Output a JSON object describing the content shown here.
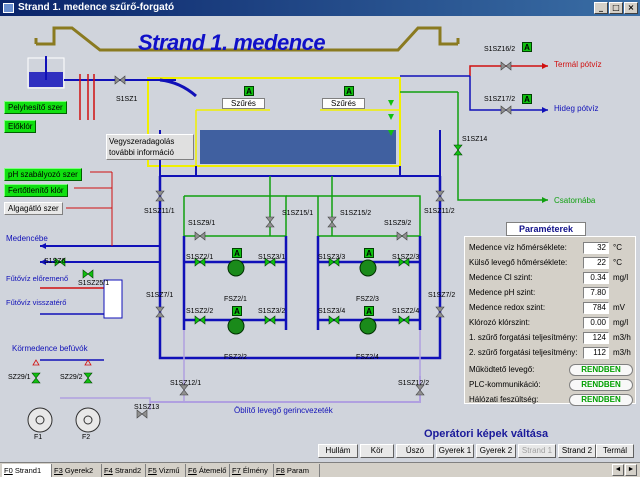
{
  "window": {
    "title": "Strand 1. medence szűrő-forgató"
  },
  "scada": {
    "title": "Strand 1. medence",
    "chem_buttons": [
      "Pelyhesítő szer",
      "Előklór",
      "pH szabályozó szer",
      "Fertőtlenítő klór",
      "Algagátló szer"
    ],
    "info_button": [
      "Vegyszeradagolás",
      "további információ"
    ],
    "filter_labels": [
      "Szűrés",
      "Szűrés"
    ],
    "external": {
      "thermal": "Termál pótvíz",
      "cold": "Hideg pótvíz",
      "sewer": "Csatornába",
      "to_pool": "Medencébe",
      "heating_forward": "Fűtővíz előremenő",
      "heating_return": "Fűtővíz visszatérő",
      "ring_inflow": "Körmedence befúvók",
      "air_manifold": "Öblítő levegő gerincvezeték"
    },
    "valve_labels": {
      "s1": "S1SZ1",
      "s16_2": "S1SZ16/2",
      "s17_2": "S1SZ17/2",
      "s14": "S1SZ14",
      "s11_1": "S1SZ11/1",
      "s11_2": "S1SZ11/2",
      "s15_1": "S1SZ15/1",
      "s15_2": "S1SZ15/2",
      "s9_1": "S1SZ9/1",
      "s9_2": "S1SZ9/2",
      "s6": "S1SZ6",
      "s25_1": "S1SZ25/1",
      "s2_1": "S1SZ2/1",
      "s3_1": "S1SZ3/1",
      "s2_2": "S1SZ2/2",
      "s3_2": "S1SZ3/2",
      "s3_3": "S1SZ3/3",
      "s2_3": "S1SZ2/3",
      "s3_4": "S1SZ3/4",
      "s2_4": "S1SZ2/4",
      "s7_1": "S1SZ7/1",
      "s7_2": "S1SZ7/2",
      "s12_1": "S1SZ12/1",
      "s12_2": "S1SZ12/2",
      "s13": "S1SZ13",
      "sz29_1": "SZ29/1",
      "sz29_2": "SZ29/2"
    },
    "pump_labels": {
      "f1": "FSZ2/1",
      "f2": "FSZ2/2",
      "f3": "FSZ2/3",
      "f4": "FSZ2/4",
      "fan1": "F1",
      "fan2": "F2"
    },
    "auto_indicator": "A",
    "colors": {
      "blue_pipe": "#1010b8",
      "green_pipe": "#10a010",
      "yellow_outline": "#f0f000",
      "red_pipe": "#d01010",
      "pipe_grey": "#808080",
      "olive": "#8a7a20"
    }
  },
  "params": {
    "title": "Paraméterek",
    "rows": [
      {
        "label": "Medence víz hőmérséklete:",
        "value": "32",
        "unit": "°C"
      },
      {
        "label": "Külső levegő hőmérséklete:",
        "value": "22",
        "unit": "°C"
      },
      {
        "label": "Medence Cl szint:",
        "value": "0.34",
        "unit": "mg/l"
      },
      {
        "label": "Medence pH szint:",
        "value": "7.80",
        "unit": ""
      },
      {
        "label": "Medence redox szint:",
        "value": "784",
        "unit": "mV"
      },
      {
        "label": "Klórozó klórszint:",
        "value": "0.00",
        "unit": "mg/l"
      },
      {
        "label": "1. szűrő forgatási teljesítmény:",
        "value": "124",
        "unit": "m3/h"
      },
      {
        "label": "2. szűrő forgatási teljesítmény:",
        "value": "112",
        "unit": "m3/h"
      }
    ],
    "status": [
      {
        "label": "Működtető levegő:",
        "value": "RENDBEN"
      },
      {
        "label": "PLC-kommunikáció:",
        "value": "RENDBEN"
      },
      {
        "label": "Hálózati feszültség:",
        "value": "RENDBEN"
      }
    ]
  },
  "operator": {
    "title": "Operátori képek váltása",
    "buttons": [
      "Hullám",
      "Kör",
      "Úszó",
      "Gyerek 1",
      "Gyerek 2",
      "Strand 1",
      "Strand 2",
      "Termál"
    ]
  },
  "tabs": [
    {
      "key": "F0",
      "label": " Strand1"
    },
    {
      "key": "F3",
      "label": " Gyerek2"
    },
    {
      "key": "F4",
      "label": " Strand2"
    },
    {
      "key": "F5",
      "label": " Vizmű"
    },
    {
      "key": "F6",
      "label": " Átemelő"
    },
    {
      "key": "F7",
      "label": " Élmény"
    },
    {
      "key": "F8",
      "label": " Param"
    }
  ]
}
